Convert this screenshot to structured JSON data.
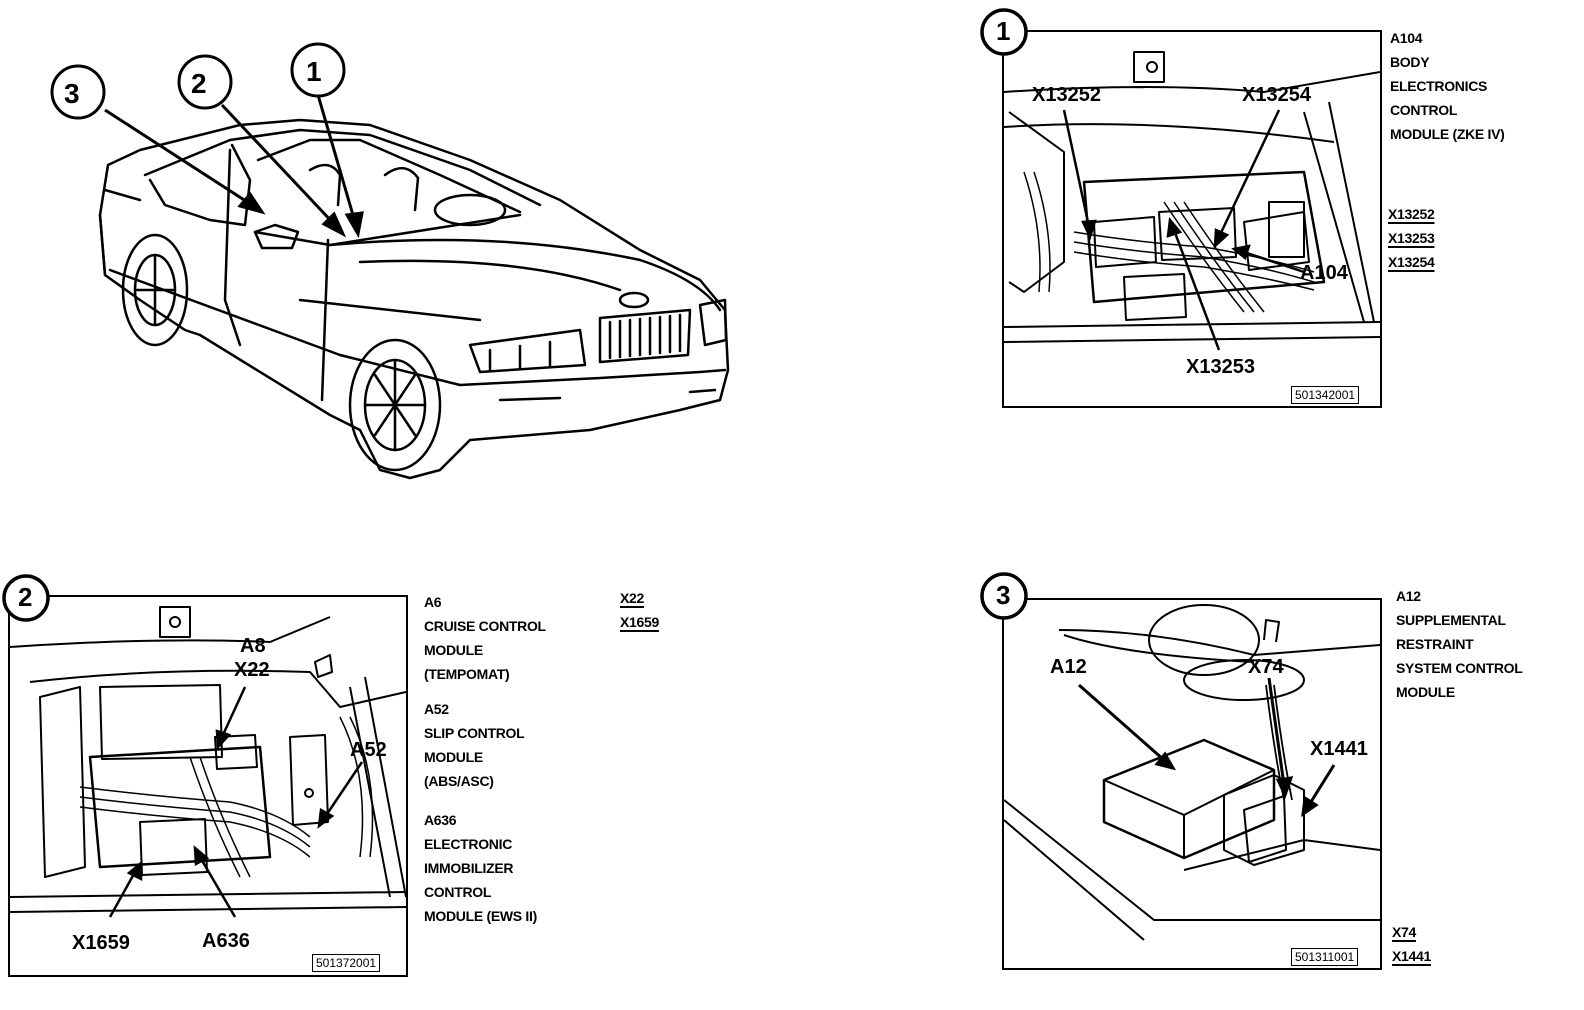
{
  "overview": {
    "callouts": [
      "3",
      "2",
      "1"
    ]
  },
  "panel1": {
    "badge": "1",
    "callouts": [
      "X13252",
      "X13254",
      "A104",
      "X13253"
    ],
    "code": "501342001",
    "caption_lines": [
      "A104",
      "BODY",
      "ELECTRONICS",
      "CONTROL",
      "MODULE (ZKE IV)"
    ],
    "connectors": [
      "X13252",
      "X13253",
      "X13254"
    ]
  },
  "panel2": {
    "badge": "2",
    "callouts": [
      "A8",
      "X22",
      "A52",
      "X1659",
      "A636"
    ],
    "code": "501372001",
    "captions": [
      {
        "lines": [
          "A6",
          "CRUISE CONTROL",
          "MODULE",
          "(TEMPOMAT)"
        ]
      },
      {
        "lines": [
          "A52",
          "SLIP CONTROL",
          "MODULE",
          "(ABS/ASC)"
        ]
      },
      {
        "lines": [
          "A636",
          "ELECTRONIC",
          "IMMOBILIZER",
          "CONTROL",
          "MODULE (EWS II)"
        ]
      }
    ],
    "connectors": [
      "X22",
      "X1659"
    ]
  },
  "panel3": {
    "badge": "3",
    "callouts": [
      "A12",
      "X74",
      "X1441"
    ],
    "code": "501311001",
    "caption_lines": [
      "A12",
      "SUPPLEMENTAL",
      "RESTRAINT",
      "SYSTEM CONTROL",
      "MODULE"
    ],
    "connectors": [
      "X74",
      "X1441"
    ]
  }
}
